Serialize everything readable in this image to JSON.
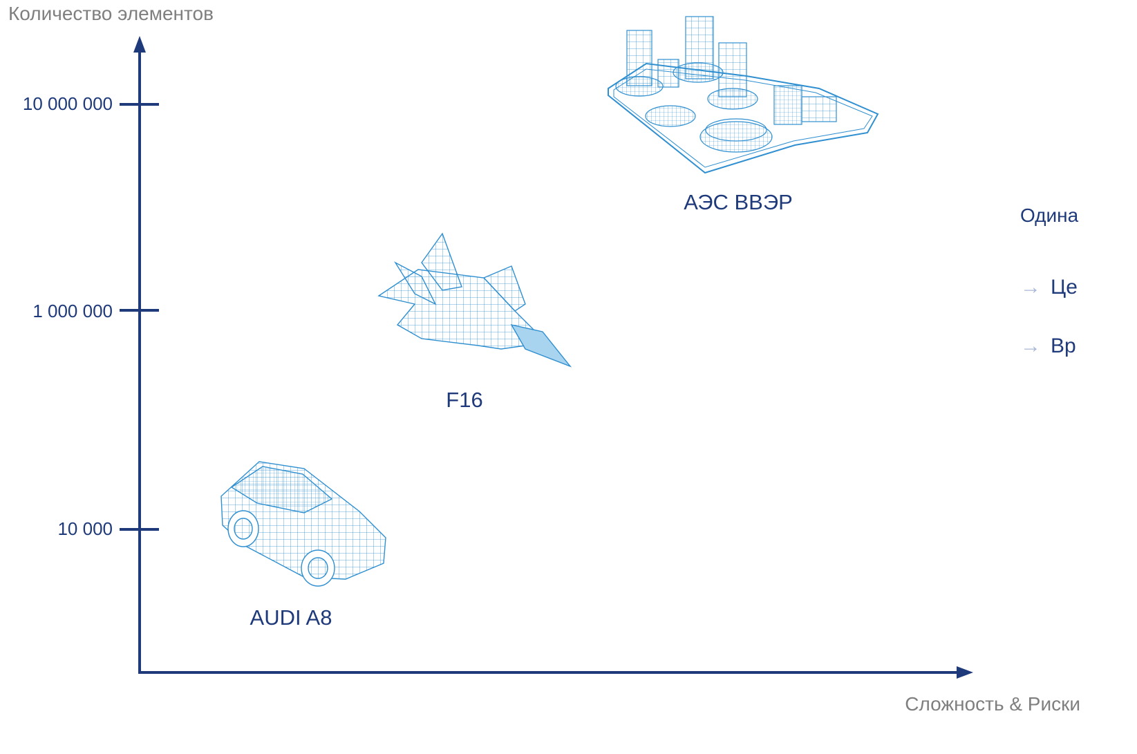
{
  "axes": {
    "y_title": "Количество элементов",
    "x_title": "Сложность & Риски",
    "y_ticks": [
      "10 000 000",
      "1 000 000",
      "10 000"
    ],
    "axis_color": "#1f3a7a"
  },
  "items": [
    {
      "label": "АЭС ВВЭР",
      "icon": "nuclear-plant-wireframe-icon"
    },
    {
      "label": "F16",
      "icon": "fighter-jet-wireframe-icon"
    },
    {
      "label": "AUDI A8",
      "icon": "car-wireframe-icon"
    }
  ],
  "side_panel": {
    "heading": "Одина",
    "bullets": [
      "Це",
      "Вр"
    ]
  },
  "colors": {
    "wireframe": "#2f8fd0",
    "text": "#1f3a7a",
    "muted": "#7f7f7f"
  }
}
